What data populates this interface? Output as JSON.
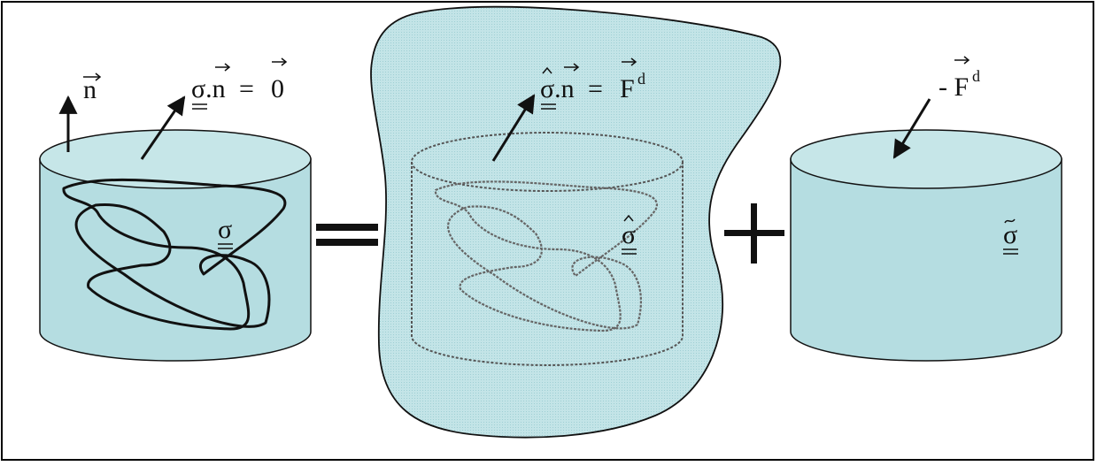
{
  "diagram": {
    "colors": {
      "cylinder_fill": "#b7dfe3",
      "cylinder_top": "#bfe3e6",
      "cloud_fill": "#cce9eb",
      "line": "#111111",
      "frame": "#000000"
    },
    "panel_left": {
      "normal_label": "n",
      "equation": {
        "lhs": "σ.n",
        "eq": "=",
        "rhs": "0"
      },
      "interior_label": "σ"
    },
    "operator_equals": "=",
    "panel_middle": {
      "equation": {
        "lhs": "σ.n",
        "eq": "=",
        "rhs": "F",
        "rhs_sup": "d"
      },
      "interior_label": "σ"
    },
    "operator_plus": "+",
    "panel_right": {
      "force_label": "- F",
      "force_sup": "d",
      "interior_label": "σ"
    }
  }
}
